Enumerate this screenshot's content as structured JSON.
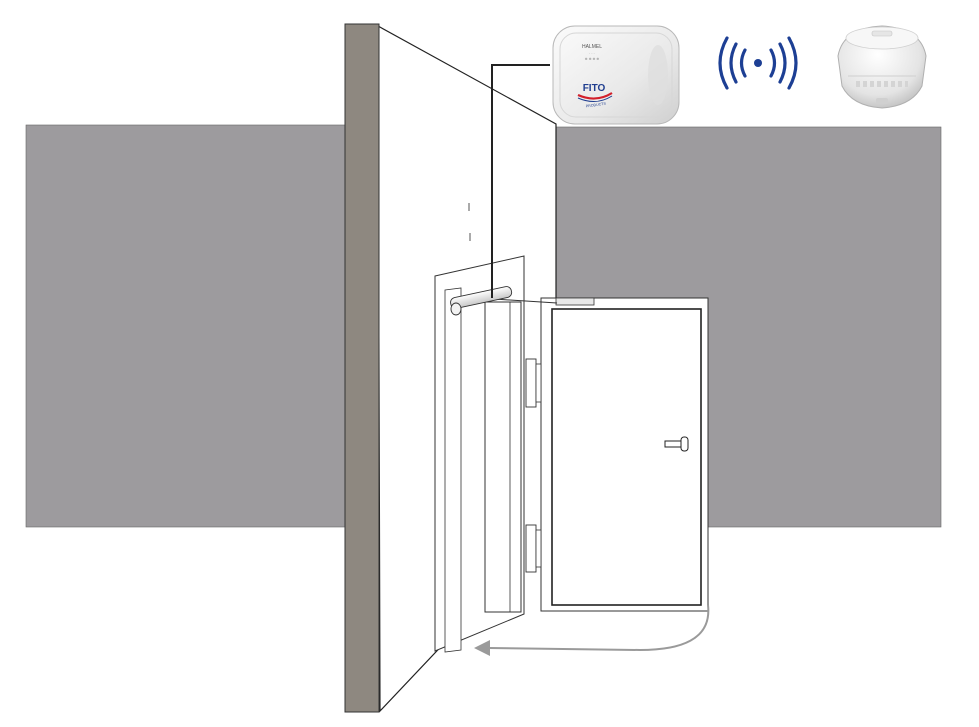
{
  "controller": {
    "brand_top": "HALMEL",
    "logo_text": "FITO",
    "logo_sub": "PRODUCTS"
  },
  "colors": {
    "wall_gray": "#9d9b9e",
    "wall_edge": "#8e8880",
    "logo_blue": "#1f3d8f",
    "logo_red": "#d21f2a",
    "signal_blue": "#1d3f94",
    "arrow_gray": "#9a9a9a"
  },
  "icons": {
    "controller": "wireless-door-controller-icon",
    "signal": "wireless-signal-icon",
    "detector": "smoke-detector-icon"
  }
}
